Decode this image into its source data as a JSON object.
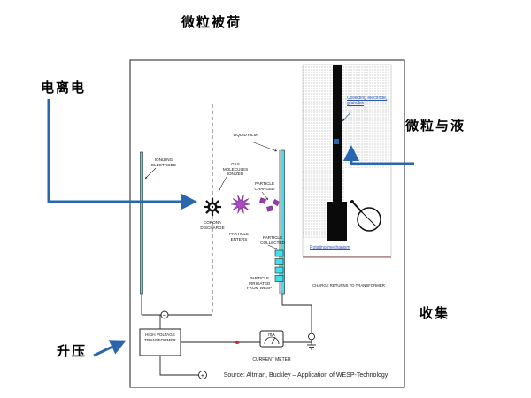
{
  "annotations": {
    "top": "微粒被荷",
    "left": "电离电",
    "right_top": "微粒与液",
    "right_bottom": "收集",
    "bottom_left": "升压"
  },
  "diagram": {
    "labels": {
      "ionizing_electrode": "IONIZING ELECTRODE",
      "liquid_film": "LIQUID FILM",
      "gas_molecules_ionized": "GAS MOLECULES IONIZED",
      "particle_charged": "PARTICLE CHARGED",
      "corona_discharge": "CORONA DISCHARGE",
      "particle_enters": "PARTICLE ENTERS",
      "particle_collected": "PARTICLE COLLECTED",
      "particle_irrigated_from_wesp": "PARTICLE IRRIGATED FROM WESP",
      "charge_returns_to_transformer": "CHARGE RETURNS TO TRANSFORMER",
      "high_voltage_transformer": "HIGH VOLTAGE TRANSFORMER",
      "current_meter": "CURRENT METER",
      "ma": "mA",
      "collecting_electrode_granules": "Collecting electrode, granules",
      "rotating_mechanism": "Rotating mechanism",
      "source": "Source: Altman, Buckley – Application of WESP-Technology",
      "minus": "−",
      "plus": "+"
    },
    "colors": {
      "arrow_blue": "#2a66ad",
      "electrode_cyan": "#3fe0ee",
      "corona_purple": "#a84cc0",
      "link_blue": "#2a55b0",
      "dot_red": "#cc2222"
    }
  }
}
